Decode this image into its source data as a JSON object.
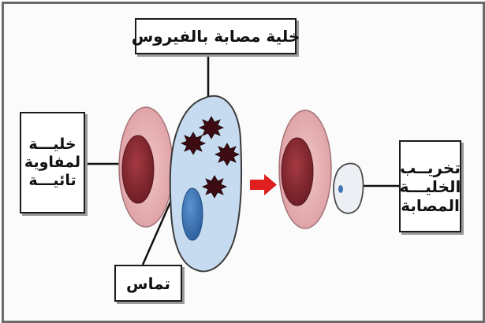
{
  "labels": {
    "infected_cell": "خلية مصابة بالفيروس",
    "cytotoxic_cell": [
      "خليـــة",
      "لمفاوية",
      "تائيـــة"
    ],
    "destruction": [
      "تخريــب",
      "الخليـــة",
      "المصابة"
    ],
    "contact": "تماس"
  },
  "colors": {
    "t_cell_outer": "#e8b4b4",
    "t_cell_nucleus": "#8b2f35",
    "infected_cell_fill": "#c4d8ee",
    "infected_nucleus": "#3e76b6",
    "virus": "#3a0a10",
    "arrow": "#e02020",
    "destroyed_cell": "#e9ecf1"
  }
}
